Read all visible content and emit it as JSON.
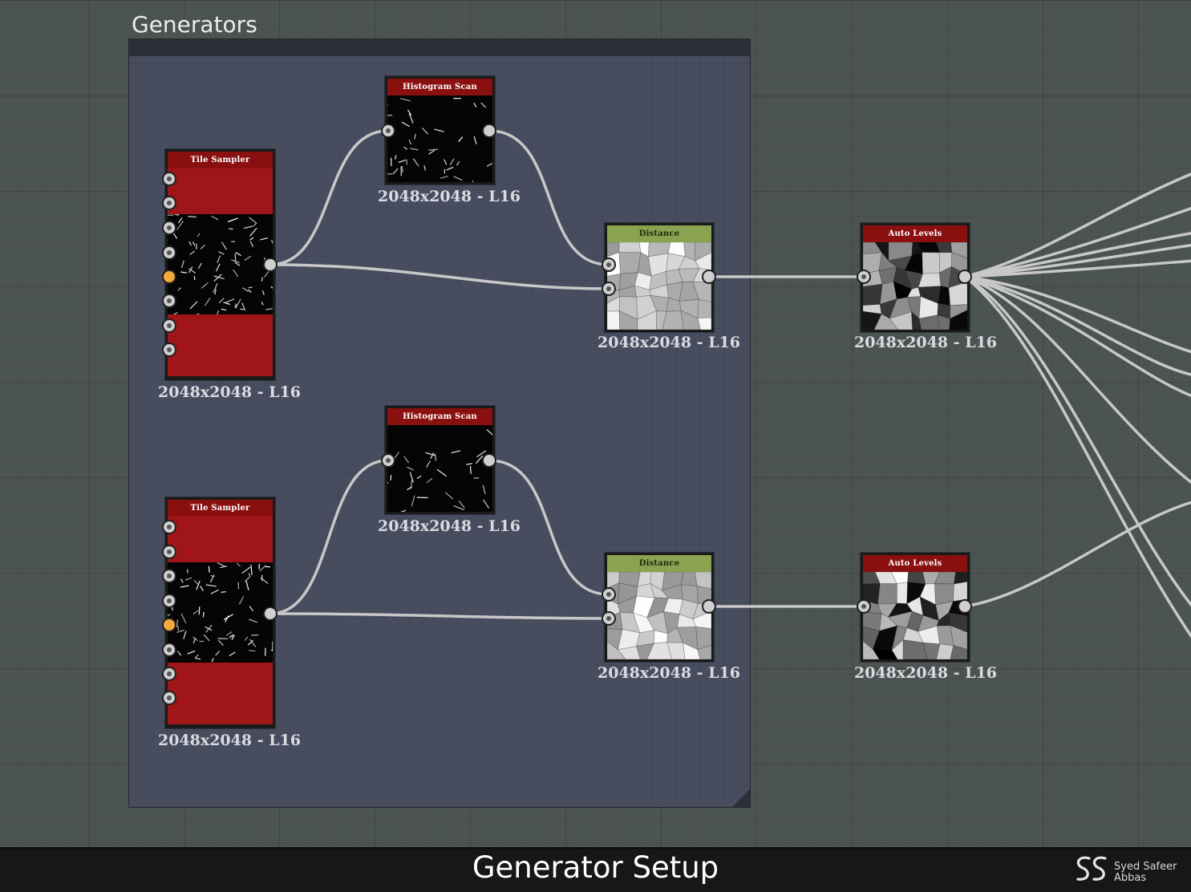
{
  "frame": {
    "title": "Generators"
  },
  "nodes": {
    "tile_sampler_1": {
      "title": "Tile Sampler",
      "resolution": "2048x2048 - L16"
    },
    "histogram_scan_1": {
      "title": "Histogram Scan",
      "resolution": "2048x2048 - L16"
    },
    "distance_1": {
      "title": "Distance",
      "resolution": "2048x2048 - L16"
    },
    "auto_levels_1": {
      "title": "Auto Levels",
      "resolution": "2048x2048 - L16"
    },
    "tile_sampler_2": {
      "title": "Tile Sampler",
      "resolution": "2048x2048 - L16"
    },
    "histogram_scan_2": {
      "title": "Histogram Scan",
      "resolution": "2048x2048 - L16"
    },
    "distance_2": {
      "title": "Distance",
      "resolution": "2048x2048 - L16"
    },
    "auto_levels_2": {
      "title": "Auto Levels",
      "resolution": "2048x2048 - L16"
    }
  },
  "footer": {
    "title": "Generator Setup",
    "author_line1": "Syed Safeer",
    "author_line2": "Abbas"
  },
  "colors": {
    "canvas": "#4c5452",
    "frame": "#474d5e",
    "node_header_red": "#8a1010",
    "node_header_green": "#8aa351",
    "tile_sampler_body": "#a01518",
    "wire": "#c8c8c8",
    "port_highlight": "#f4aa3a"
  },
  "icons": {
    "port": "circle-port-icon",
    "logo": "ss-monogram-logo"
  }
}
